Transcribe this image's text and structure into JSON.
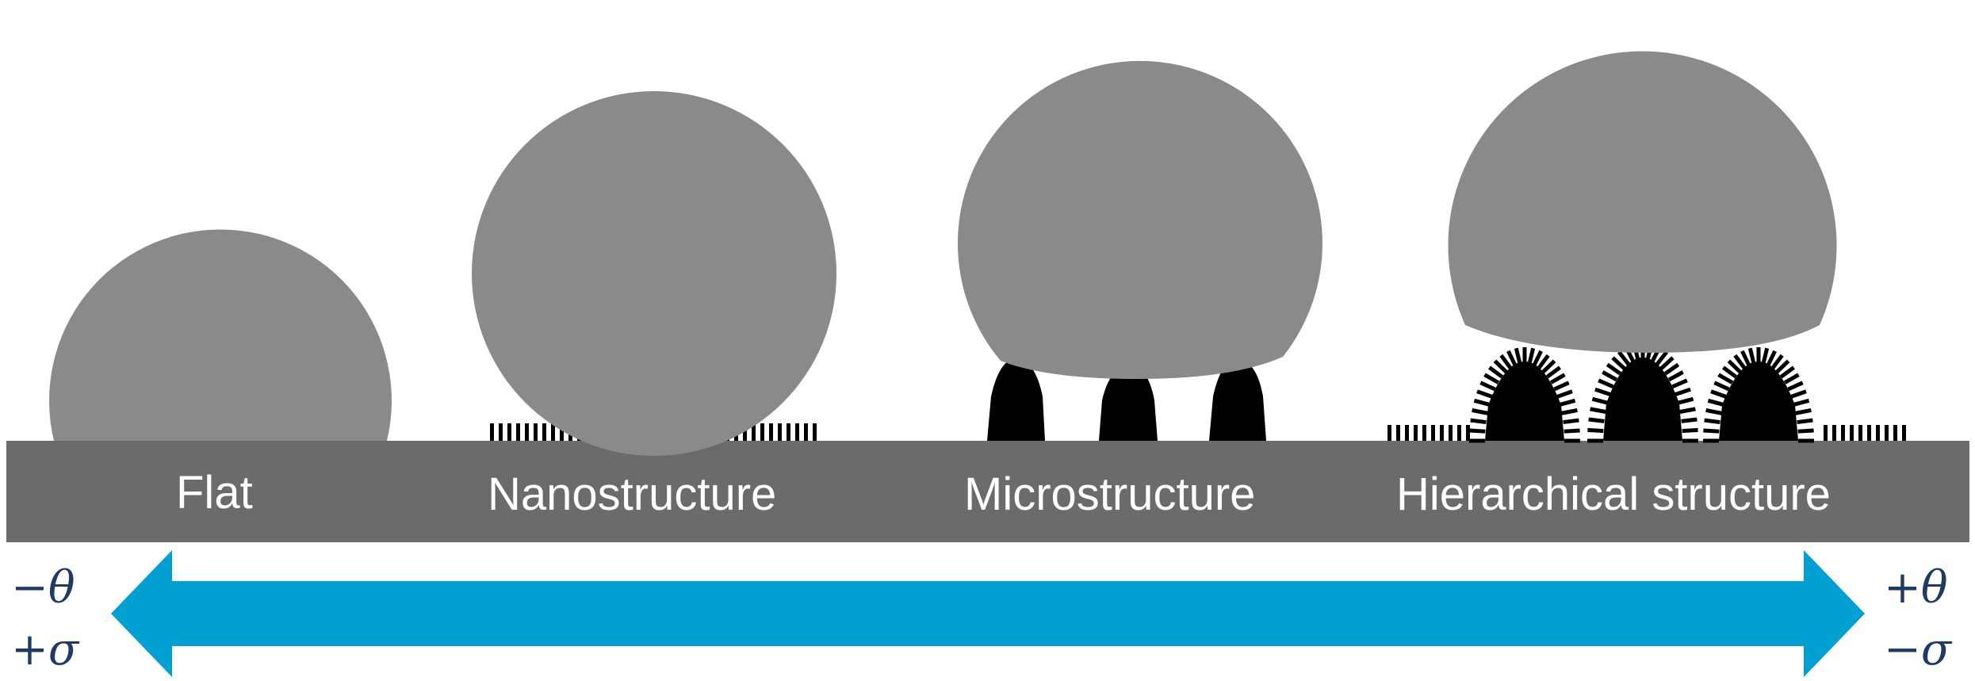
{
  "labels": {
    "flat": "Flat",
    "nano": "Nanostructure",
    "micro": "Microstructure",
    "hier": "Hierarchical structure"
  },
  "arrow": {
    "left_top": "−θ",
    "left_bottom": "+σ",
    "right_top": "+θ",
    "right_bottom": "−σ"
  },
  "colors": {
    "droplet": "#8a8a8a",
    "substrate": "#6b6b6b",
    "structure": "#000000",
    "arrow": "#00a0d2",
    "label_text": "#ffffff",
    "math_text": "#1f3a64"
  }
}
